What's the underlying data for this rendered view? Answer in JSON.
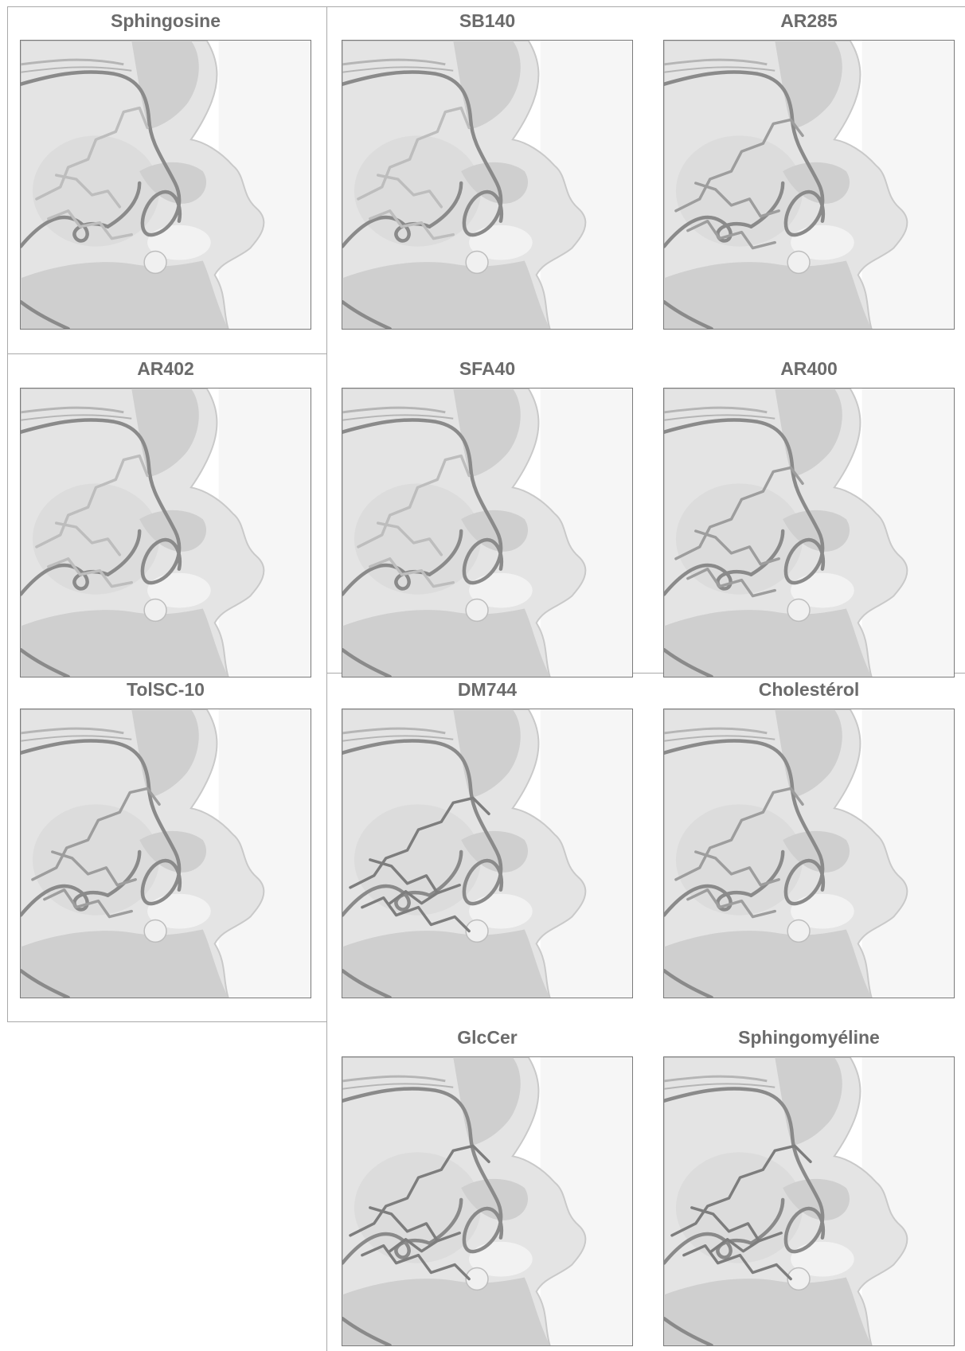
{
  "figure": {
    "panels": [
      {
        "id": "sphingosine",
        "title": "Sphingosine",
        "ligand_style": "light"
      },
      {
        "id": "sb140",
        "title": "SB140",
        "ligand_style": "light"
      },
      {
        "id": "ar285",
        "title": "AR285",
        "ligand_style": "medium"
      },
      {
        "id": "ar402",
        "title": "AR402",
        "ligand_style": "light"
      },
      {
        "id": "sfa40",
        "title": "SFA40",
        "ligand_style": "light"
      },
      {
        "id": "ar400",
        "title": "AR400",
        "ligand_style": "medium"
      },
      {
        "id": "tolsc10",
        "title": "TolSC-10",
        "ligand_style": "medium"
      },
      {
        "id": "dm744",
        "title": "DM744",
        "ligand_style": "dark"
      },
      {
        "id": "cholesterol",
        "title": "Cholestérol",
        "ligand_style": "medium"
      },
      {
        "id": "glccer",
        "title": "GlcCer",
        "ligand_style": "dark"
      },
      {
        "id": "sphingomyeline",
        "title": "Sphingomyéline",
        "ligand_style": "dark"
      }
    ],
    "colors": {
      "title_text": "#6b6b6b",
      "surface": "#e4e4e4",
      "surface_shadow": "#c9c9c9",
      "background_protein": "#cfcfcf",
      "ribbon": "#8a8a8a",
      "ligand_light": "#bdbdbd",
      "ligand_medium": "#9d9d9d",
      "ligand_dark": "#7d7d7d",
      "frame": "#a9a9a9"
    }
  }
}
